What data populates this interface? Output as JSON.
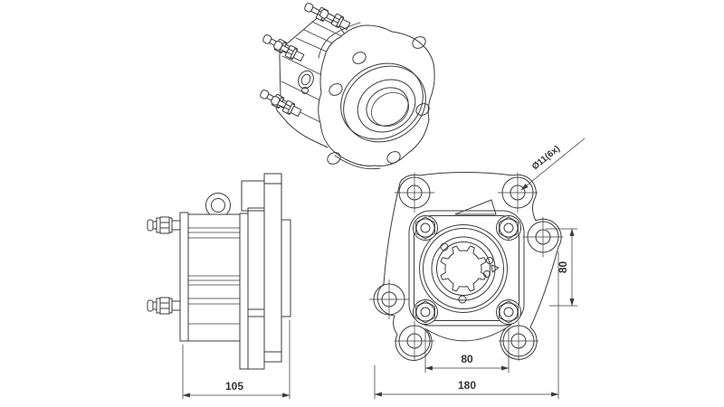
{
  "drawing": {
    "background_color": "#ffffff",
    "line_color": "#3b3b3b",
    "side_view": {
      "width_dim": "105"
    },
    "front_view": {
      "bolt_spacing_vertical_dim": "80",
      "bolt_spacing_horizontal_dim": "80",
      "overall_width_dim": "180",
      "hole_callout": "Ø11(6x)"
    }
  }
}
